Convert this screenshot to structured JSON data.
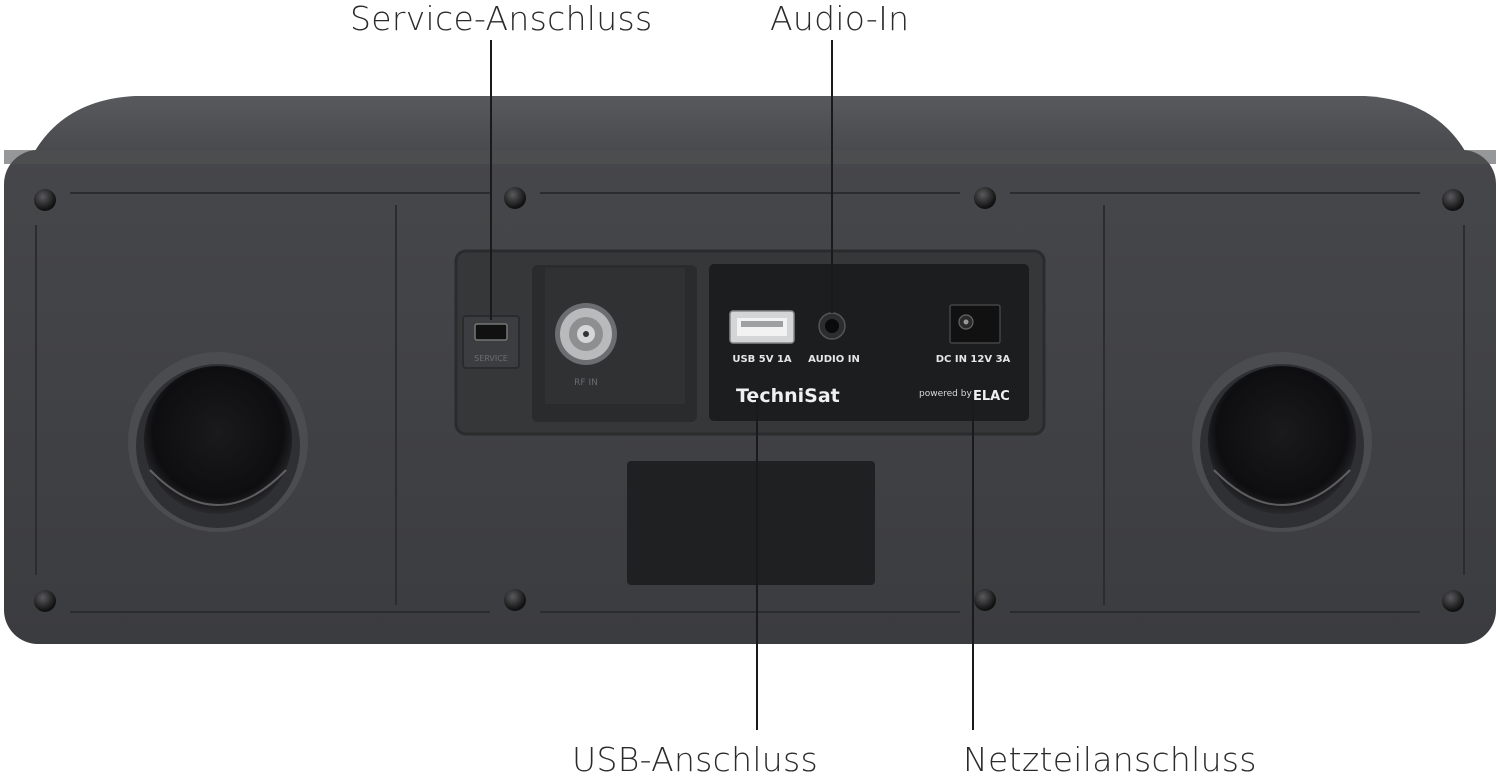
{
  "callouts": {
    "service": "Service-Anschluss",
    "audio_in": "Audio-In",
    "usb": "USB-Anschluss",
    "power": "Netzteilanschluss"
  },
  "panel": {
    "service_port": "SERVICE",
    "rf_in": "RF IN",
    "usb_port": "USB 5V 1A",
    "audio_port": "AUDIO IN",
    "dc_port": "DC IN 12V 3A",
    "brand": "TechniSat",
    "powered_by": "powered by",
    "elac": "ELAC"
  },
  "colors": {
    "housing": "#3e3f42",
    "housing_dark": "#333437",
    "panel": "#1d1e20",
    "leader": "#1a1a1a"
  }
}
